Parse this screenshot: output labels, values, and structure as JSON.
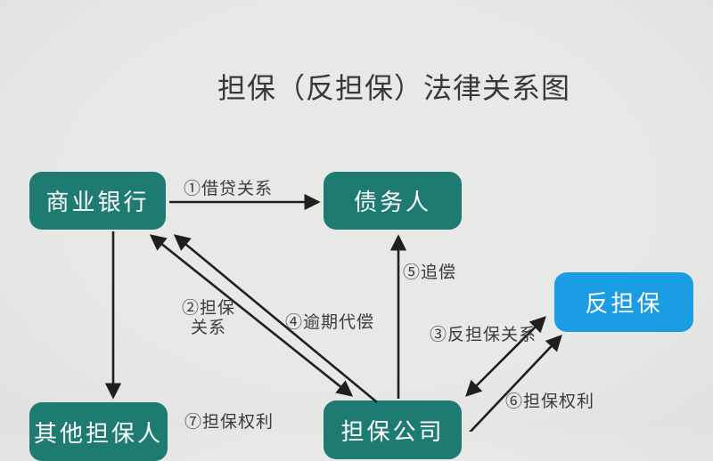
{
  "title": "担保（反担保）法律关系图",
  "colors": {
    "background": "#e8e8e7",
    "node_teal": "#1e7b72",
    "node_blue": "#1b9de4",
    "node_text": "#ffffff",
    "arrow": "#1f1f1f",
    "label_text": "#3b3b3b",
    "title_text": "#383838"
  },
  "nodes": [
    {
      "id": "commercial-bank",
      "label": "商业银行",
      "style": "teal"
    },
    {
      "id": "debtor",
      "label": "债务人",
      "style": "teal"
    },
    {
      "id": "counter-guarantee",
      "label": "反担保",
      "style": "blue"
    },
    {
      "id": "other-guarantor",
      "label": "其他担保人",
      "style": "teal"
    },
    {
      "id": "guarantee-company",
      "label": "担保公司",
      "style": "teal"
    }
  ],
  "edges": [
    {
      "num": "①",
      "label": "①借贷关系",
      "from": "commercial-bank",
      "to": "debtor",
      "direction": "single"
    },
    {
      "num": "②",
      "label": "②担保\n关系",
      "from": "guarantee-company",
      "to": "commercial-bank",
      "direction": "double"
    },
    {
      "num": "③",
      "label": "③反担保关系",
      "from": "guarantee-company",
      "to": "counter-guarantee",
      "direction": "double"
    },
    {
      "num": "④",
      "label": "④逾期代偿",
      "from": "guarantee-company",
      "to": "commercial-bank",
      "direction": "single"
    },
    {
      "num": "⑤",
      "label": "⑤追偿",
      "from": "guarantee-company",
      "to": "debtor",
      "direction": "single"
    },
    {
      "num": "⑥",
      "label": "⑥担保权利",
      "from": "guarantee-company",
      "to": "counter-guarantee",
      "direction": "single"
    },
    {
      "num": "⑦",
      "label": "⑦担保权利",
      "from": "commercial-bank",
      "to": "other-guarantor",
      "direction": "single"
    }
  ]
}
